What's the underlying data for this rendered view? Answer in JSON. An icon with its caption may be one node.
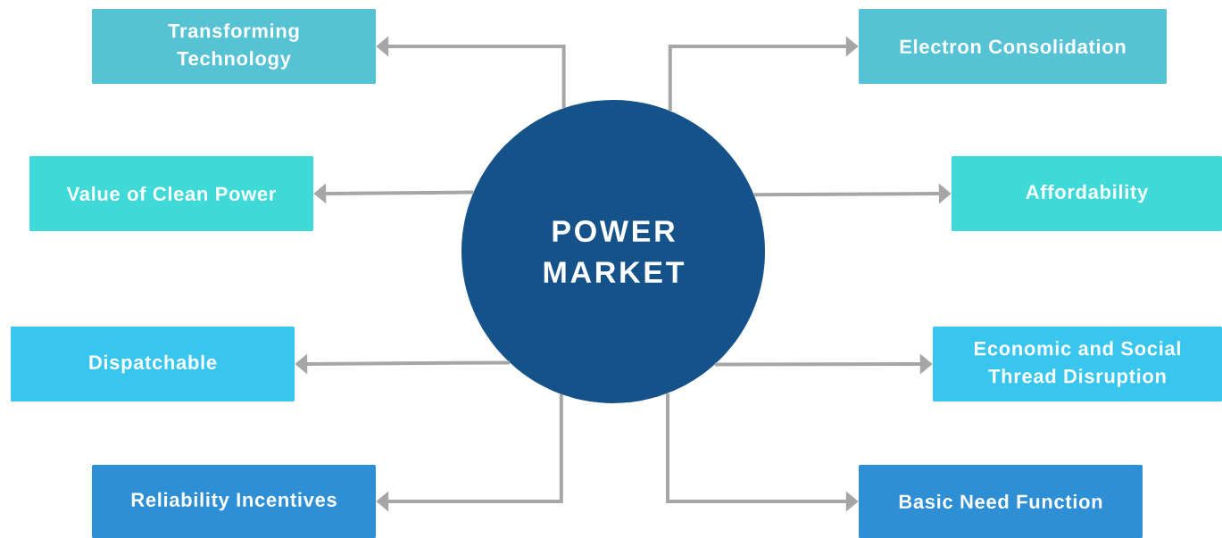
{
  "diagram": {
    "nodes": [
      {
        "text": [
          "POWER MARKET"
        ]
      },
      {
        "text": [
          "Transforming Technology"
        ]
      },
      {
        "text": [
          "Electron Consolidation"
        ]
      },
      {
        "text": [
          "Value of Clean Power"
        ]
      },
      {
        "text": [
          "Affordability"
        ]
      },
      {
        "text": [
          "Dispatchable"
        ]
      },
      {
        "text": [
          "Economic and Social Thread Disruption"
        ]
      },
      {
        "text": [
          "Reliability Incentives"
        ]
      },
      {
        "text": [
          "Basic Need Function"
        ]
      }
    ],
    "edges": [
      {
        "from": 0,
        "to": 1,
        "arrow": "to"
      },
      {
        "from": 0,
        "to": 2,
        "arrow": "to"
      },
      {
        "from": 0,
        "to": 3,
        "arrow": "to"
      },
      {
        "from": 0,
        "to": 4,
        "arrow": "to"
      },
      {
        "from": 0,
        "to": 5,
        "arrow": "to"
      },
      {
        "from": 0,
        "to": 6,
        "arrow": "to"
      },
      {
        "from": 0,
        "to": 7,
        "arrow": "to"
      },
      {
        "from": 0,
        "to": 8,
        "arrow": "to"
      }
    ]
  }
}
